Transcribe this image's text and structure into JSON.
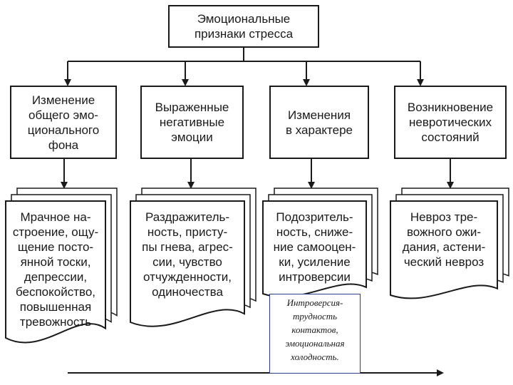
{
  "root": {
    "text": "Эмоциональные\nпризнаки стресса"
  },
  "categories": [
    {
      "text": "Изменение\nобщего эмо-\nционального\nфона"
    },
    {
      "text": "Выраженные\nнегативные\nэмоции"
    },
    {
      "text": "Изменения\nв характере"
    },
    {
      "text": "Возникновение\nневротических\nсостояний"
    }
  ],
  "details": [
    {
      "text": "Мрачное на-\nстроение, ощу-\nщение посто-\nянной тоски,\nдепрессии,\nбеспокойство,\nповышенная\nтревожность"
    },
    {
      "text": "Раздражитель-\nность, присту-\nпы гнева, агрес-\nсии, чувство\nотчужденности,\nодиночества"
    },
    {
      "text": "Подозритель-\nность, сниже-\nние самооцен-\nки, усиление\nинтроверсии"
    },
    {
      "text": "Невроз тре-\nвожного ожи-\nдания, астени-\nческий невроз"
    }
  ],
  "note": {
    "text": "Интроверсия-\nтрудность\nконтактов,\nэмоциональная\nхолодность."
  },
  "colors": {
    "stroke": "#1a1a1a",
    "note_border": "#2c3e8f"
  }
}
